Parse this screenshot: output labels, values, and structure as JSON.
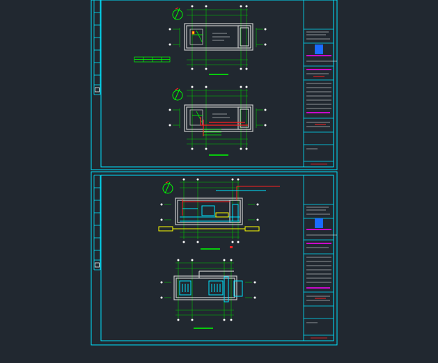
{
  "colors": {
    "background": "#212830",
    "frame": "#00e5ff",
    "wall": "#c8c8c8",
    "dimension": "#00c800",
    "annotation": "#ffffff",
    "red": "#ff2020",
    "yellow": "#ffff00",
    "magenta": "#ff00ff",
    "blue": "#1a6cff"
  },
  "sheets": [
    {
      "id": "sheet-1",
      "plans": [
        "plan-a",
        "plan-b"
      ]
    },
    {
      "id": "sheet-2",
      "plans": [
        "plan-c",
        "plan-d"
      ]
    }
  ],
  "icons": [
    "north-arrow-icon"
  ]
}
